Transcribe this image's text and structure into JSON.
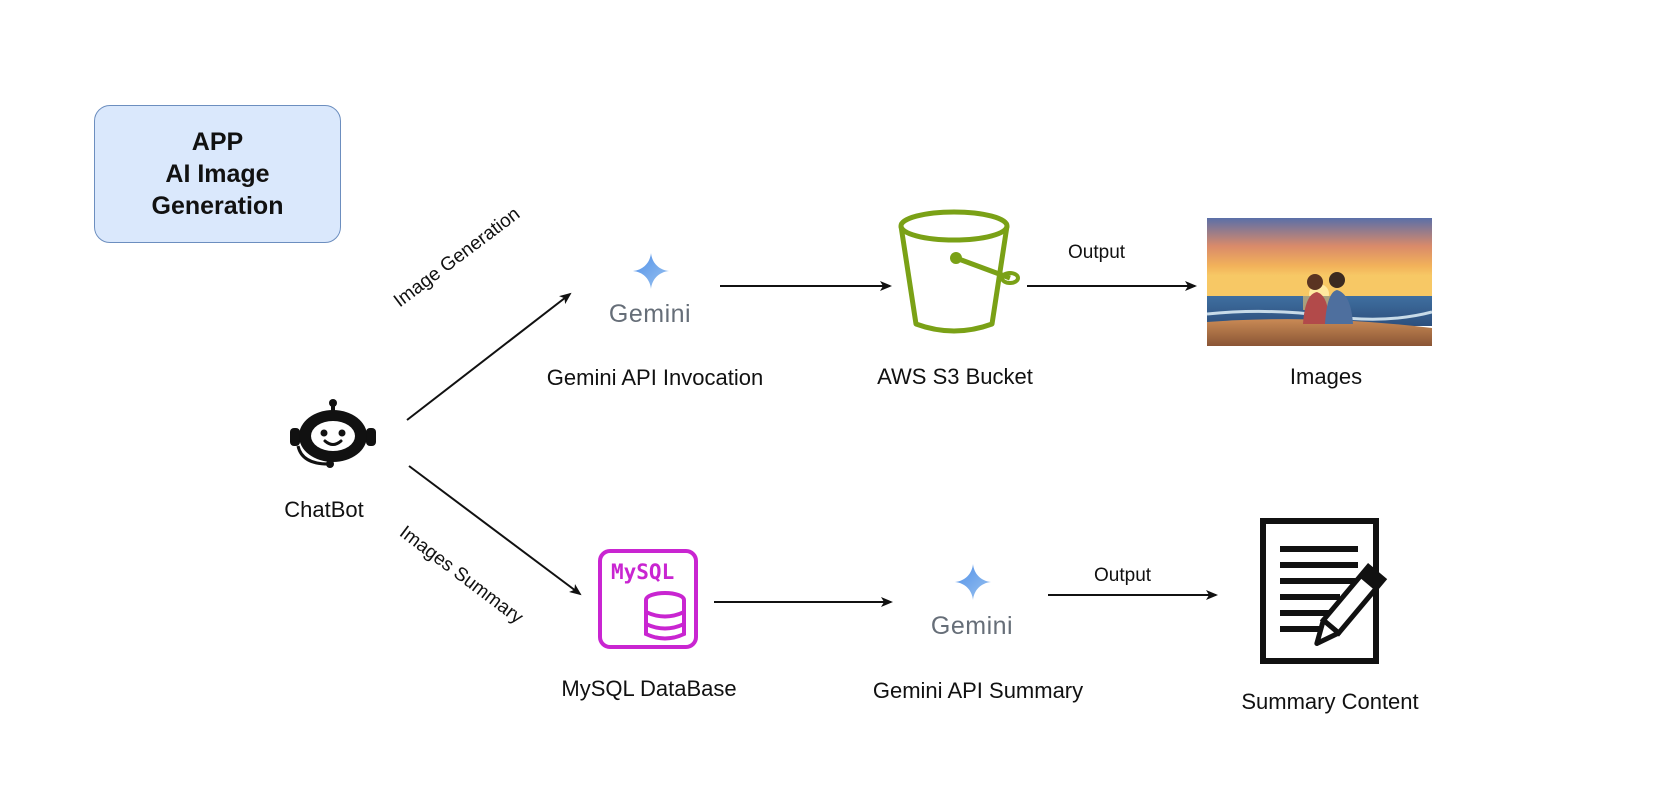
{
  "app_box": {
    "line1": "APP",
    "line2": "AI Image",
    "line3": "Generation",
    "fill": "#dae8fc",
    "stroke": "#6c8ebf"
  },
  "nodes": {
    "chatbot": {
      "label": "ChatBot",
      "icon": "robot-head-icon"
    },
    "gemini_invocation": {
      "label": "Gemini API Invocation",
      "logo_text": "Gemini",
      "icon": "gemini-sparkle-icon"
    },
    "s3": {
      "label": "AWS S3 Bucket",
      "icon": "bucket-icon",
      "color": "#7aa116"
    },
    "images": {
      "label": "Images",
      "icon": "sunset-couple-image"
    },
    "mysql": {
      "label": "MySQL DataBase",
      "logo_text": "MySQL",
      "icon": "database-icon",
      "color": "#c925d1"
    },
    "gemini_summary": {
      "label": "Gemini API Summary",
      "logo_text": "Gemini",
      "icon": "gemini-sparkle-icon"
    },
    "summary_content": {
      "label": "Summary Content",
      "icon": "document-pen-icon"
    }
  },
  "edges": {
    "image_generation": "Image Generation",
    "images_summary": "Images Summary",
    "output_top": "Output",
    "output_bottom": "Output"
  }
}
